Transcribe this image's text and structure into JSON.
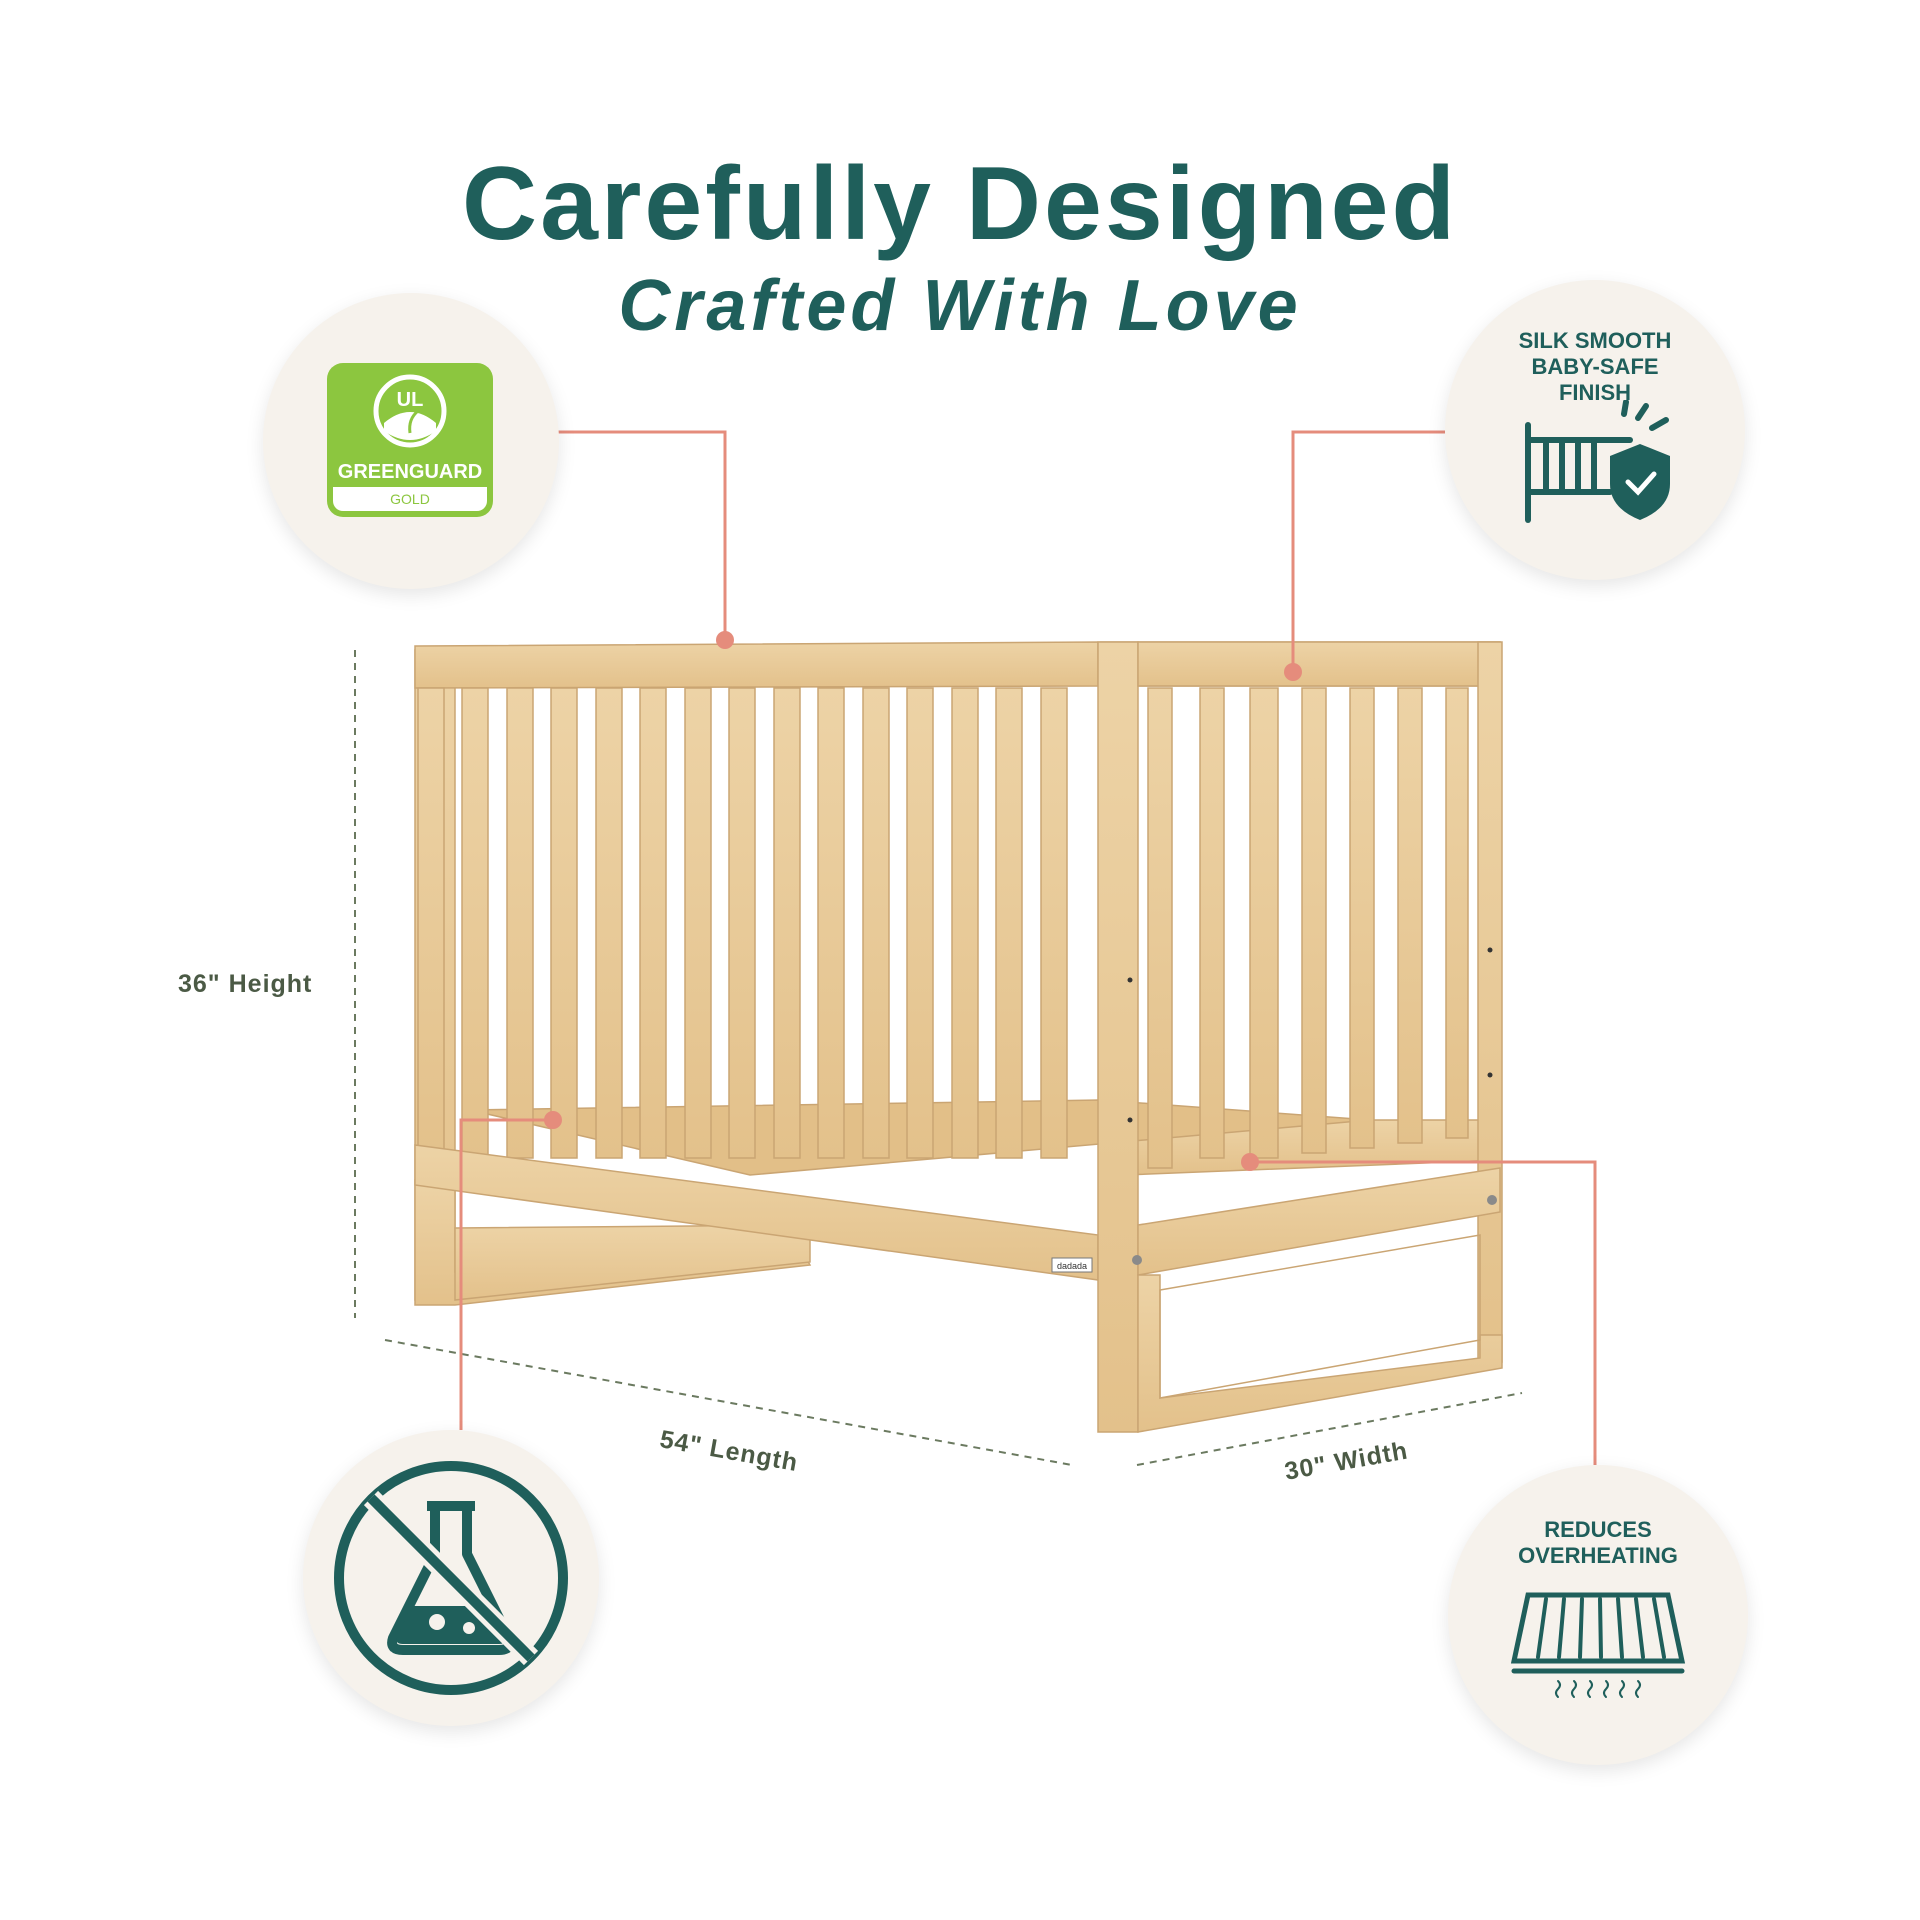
{
  "header": {
    "title": "Carefully Designed",
    "subtitle": "Crafted With Love"
  },
  "badges": {
    "greenguard": {
      "icon": "greenguard-gold-logo",
      "brand": "UL",
      "title": "GREENGUARD",
      "subtitle": "GOLD",
      "color": "#8cc63f"
    },
    "finish": {
      "label_lines": [
        "SILK SMOOTH",
        "BABY-SAFE",
        "FINISH"
      ],
      "icon": "crib-shield-icon"
    },
    "non_toxic": {
      "icon": "no-chemicals-icon"
    },
    "ventilation": {
      "label_lines": [
        "REDUCES",
        "OVERHEATING"
      ],
      "icon": "slatted-mattress-base-icon"
    }
  },
  "dimensions": {
    "height": "36\" Height",
    "length": "54\" Length",
    "width": "30\" Width"
  },
  "product": {
    "brand_tag": "dadada"
  },
  "colors": {
    "teal": "#1f5f5b",
    "callout": "#e58c7c",
    "wood": "#e9cc9a",
    "badge_bg": "#f6f2ec"
  }
}
